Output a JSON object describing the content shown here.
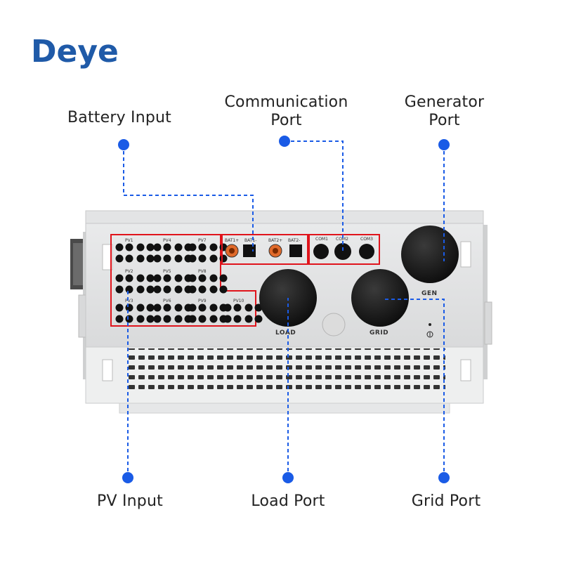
{
  "brand": {
    "name": "Deye",
    "color": "#1f5aa8"
  },
  "accent_color": "#1a5be6",
  "highlight_color": "#e0141c",
  "callouts": {
    "battery_input": "Battery Input",
    "communication_port_line1": "Communication",
    "communication_port_line2": "Port",
    "generator_port_line1": "Generator",
    "generator_port_line2": "Port",
    "pv_input": "PV Input",
    "load_port": "Load Port",
    "grid_port": "Grid Port"
  },
  "device_labels": {
    "pv": [
      "PV1",
      "PV4",
      "PV7",
      "PV2",
      "PV5",
      "PV8",
      "PV3",
      "PV6",
      "PV9",
      "PV10"
    ],
    "bat1_pos": "BAT1+",
    "bat1_neg": "BAT1-",
    "bat2_pos": "BAT2+",
    "bat2_neg": "BAT2-",
    "com1": "COM1",
    "com2": "COM2",
    "com3": "COM3",
    "load": "LOAD",
    "grid": "GRID",
    "gen": "GEN"
  }
}
